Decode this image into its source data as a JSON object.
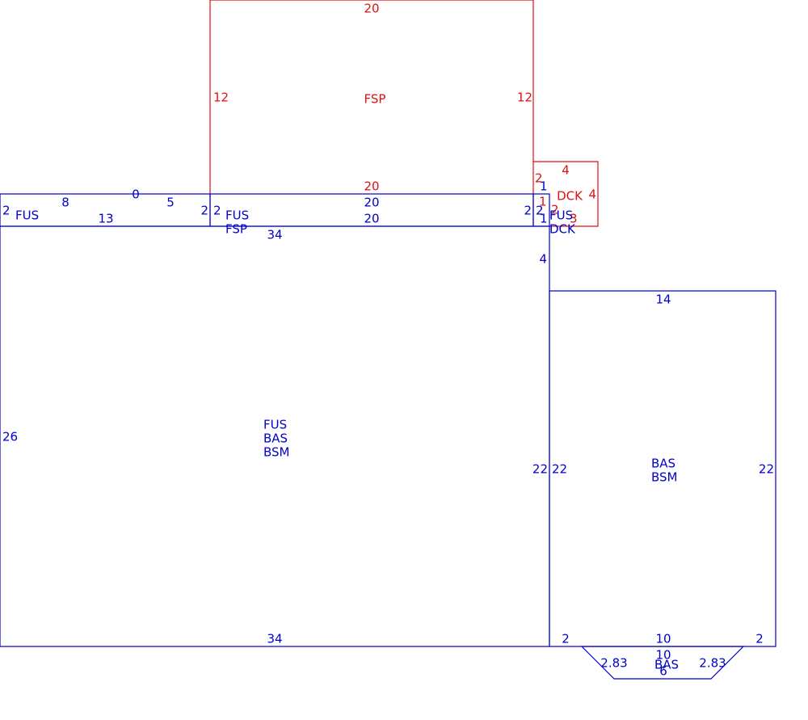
{
  "colors": {
    "blue": "#0000cc",
    "red": "#dd1111"
  },
  "labels": {
    "fsp_top": "20",
    "fsp_left": "12",
    "fsp_right": "12",
    "fsp_bottom": "20",
    "fsp_name": "FSP",
    "dck_top": "4",
    "dck_right": "4",
    "dck_left": "2",
    "dck_name": "DCK",
    "dck_bl_1": "1",
    "dck_bl_2": "2",
    "dck_bl_3": "3",
    "fus_w_left": "2",
    "fus_w_name": "FUS",
    "fus_w_8": "8",
    "fus_w_0": "0",
    "fus_w_5": "5",
    "fus_w_13": "13",
    "fus_w_right": "2",
    "fus_m_left": "2",
    "fus_m_top": "20",
    "fus_m_bottom": "20",
    "fus_m_right": "2",
    "fus_m_name1": "FUS",
    "fus_m_name2": "FSP",
    "fus_e_1a": "1",
    "fus_e_1b": "1",
    "fus_e_2": "2",
    "fus_e_name1": "FUS",
    "fus_e_name2": "DCK",
    "main_top": "34",
    "main_left": "26",
    "main_right_4": "4",
    "main_right_22": "22",
    "main_bottom": "34",
    "main_name1": "FUS",
    "main_name2": "BAS",
    "main_name3": "BSM",
    "east_top": "14",
    "east_left": "22",
    "east_right": "22",
    "east_bl": "2",
    "east_bottom": "10",
    "east_br": "2",
    "east_name1": "BAS",
    "east_name2": "BSM",
    "bay_top": "10",
    "bay_left": "2.83",
    "bay_right": "2.83",
    "bay_bottom": "6",
    "bay_name": "BAS"
  }
}
